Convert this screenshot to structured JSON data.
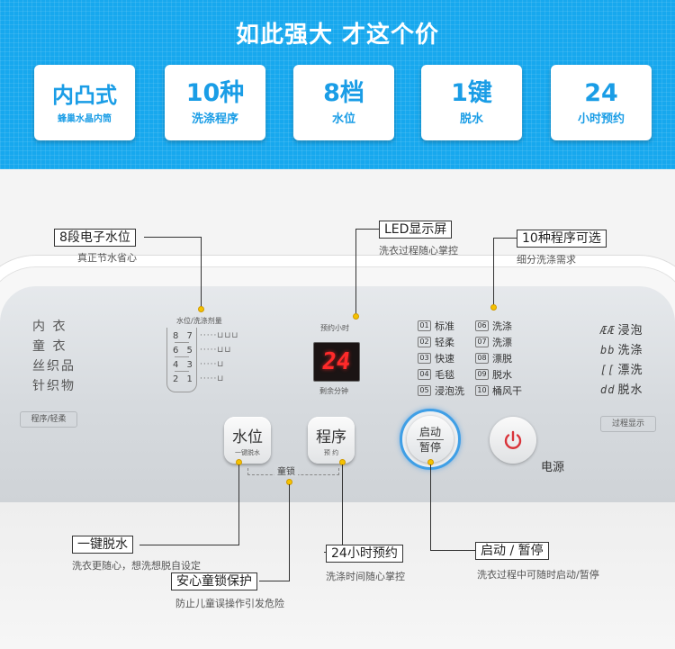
{
  "banner": {
    "title": "如此强大 才这个价",
    "features": [
      {
        "big": "内凸式",
        "small": "蜂巢水晶内筒"
      },
      {
        "big": "10种",
        "small": "洗涤程序"
      },
      {
        "big": "8档",
        "small": "水位"
      },
      {
        "big": "1键",
        "small": "脱水"
      },
      {
        "big": "24",
        "small": "小时预约"
      }
    ]
  },
  "panel": {
    "fabrics": [
      "内 衣",
      "童 衣",
      "丝织品",
      "针织物"
    ],
    "mode_button": "程序/轻柔",
    "water_level_title": "水位/洗涤剂量",
    "water_levels": [
      "8 7",
      "6 5",
      "4 3",
      "2 1"
    ],
    "display_top": "预约小时",
    "display_digits": "24",
    "display_bottom": "剩余分钟",
    "programs": [
      {
        "num": "01",
        "name": "标准"
      },
      {
        "num": "02",
        "name": "轻柔"
      },
      {
        "num": "03",
        "name": "快速"
      },
      {
        "num": "04",
        "name": "毛毯"
      },
      {
        "num": "05",
        "name": "浸泡洗"
      },
      {
        "num": "06",
        "name": "洗涤"
      },
      {
        "num": "07",
        "name": "洗漂"
      },
      {
        "num": "08",
        "name": "漂脱"
      },
      {
        "num": "09",
        "name": "脱水"
      },
      {
        "num": "10",
        "name": "桶风干"
      }
    ],
    "process_steps": [
      {
        "glyph": "ÆÆ",
        "name": "浸泡"
      },
      {
        "glyph": "bb",
        "name": "洗涤"
      },
      {
        "glyph": "[[",
        "name": "漂洗"
      },
      {
        "glyph": "dd",
        "name": "脱水"
      }
    ],
    "process_button": "过程显示",
    "water_key": {
      "main": "水位",
      "sub": "一键脱水"
    },
    "program_key": {
      "main": "程序",
      "sub": "预 约"
    },
    "child_lock": "童锁",
    "start_key": {
      "line1": "启动",
      "line2": "暂停"
    },
    "power_label": "电源"
  },
  "callouts": {
    "water_level": {
      "title": "8段电子水位",
      "sub": "真正节水省心"
    },
    "led": {
      "title": "LED显示屏",
      "sub": "洗衣过程随心掌控"
    },
    "programs": {
      "title": "10种程序可选",
      "sub": "细分洗涤需求"
    },
    "spin": {
      "title": "一键脱水",
      "sub": "洗衣更随心，想洗想脱自设定"
    },
    "child_lock": {
      "title": "安心童锁保护",
      "sub": "防止儿童误操作引发危险"
    },
    "delay": {
      "title": "24小时预约",
      "sub": "洗涤时间随心掌控"
    },
    "start_pause": {
      "title": "启动 / 暂停",
      "sub": "洗衣过程中可随时启动/暂停"
    }
  },
  "colors": {
    "banner_blue": "#17a8ee",
    "feature_text": "#1a9de6",
    "display_red": "#ff2a2a",
    "start_ring": "#3f9fe6",
    "power_red": "#d9343a",
    "callout_dot": "#f5c200"
  }
}
